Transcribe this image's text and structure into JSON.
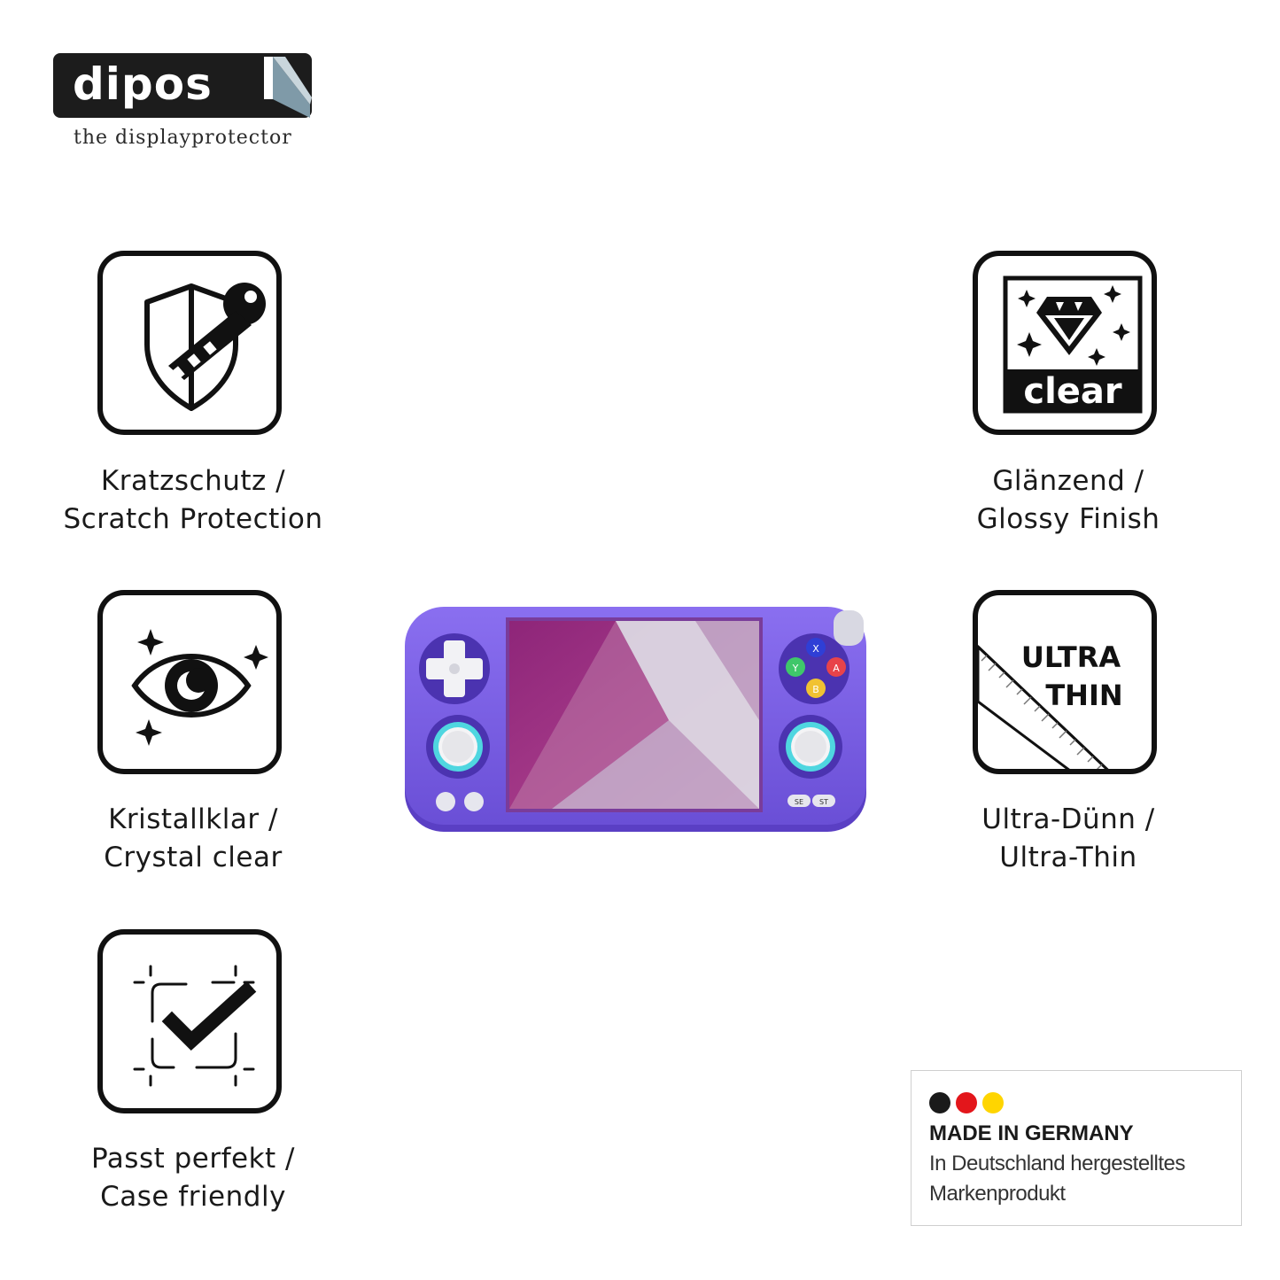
{
  "logo": {
    "brand": "dipos",
    "tagline": "the displayprotector"
  },
  "features": [
    {
      "icon": "shield-key-icon",
      "line1": "Kratzschutz /",
      "line2": "Scratch Protection"
    },
    {
      "icon": "clear-diamond-icon",
      "icon_text": "clear",
      "line1": "Glänzend /",
      "line2": "Glossy Finish"
    },
    {
      "icon": "eye-icon",
      "line1": "Kristallklar /",
      "line2": "Crystal clear"
    },
    {
      "icon": "ultra-thin-ruler-icon",
      "icon_text_1": "ULTRA",
      "icon_text_2": "THIN",
      "line1": "Ultra-Dünn /",
      "line2": "Ultra-Thin"
    },
    {
      "icon": "check-frame-icon",
      "line1": "Passt perfekt /",
      "line2": "Case friendly"
    }
  ],
  "device": {
    "buttons": {
      "x": "X",
      "y": "Y",
      "a": "A",
      "b": "B",
      "select": "SE",
      "start": "ST"
    },
    "colors": {
      "body": "#7b5fe0",
      "body_dark": "#5a3fc4",
      "screen_pink": "#9a2d83",
      "x": "#2f3fd6",
      "y": "#3fc76a",
      "a": "#e8434a",
      "b": "#f1c232"
    }
  },
  "made_in_germany": {
    "heading": "MADE IN GERMANY",
    "line1": "In Deutschland hergestelltes",
    "line2": "Markenprodukt",
    "flag_colors": [
      "#1a1a1a",
      "#e3161b",
      "#ffd500"
    ]
  }
}
